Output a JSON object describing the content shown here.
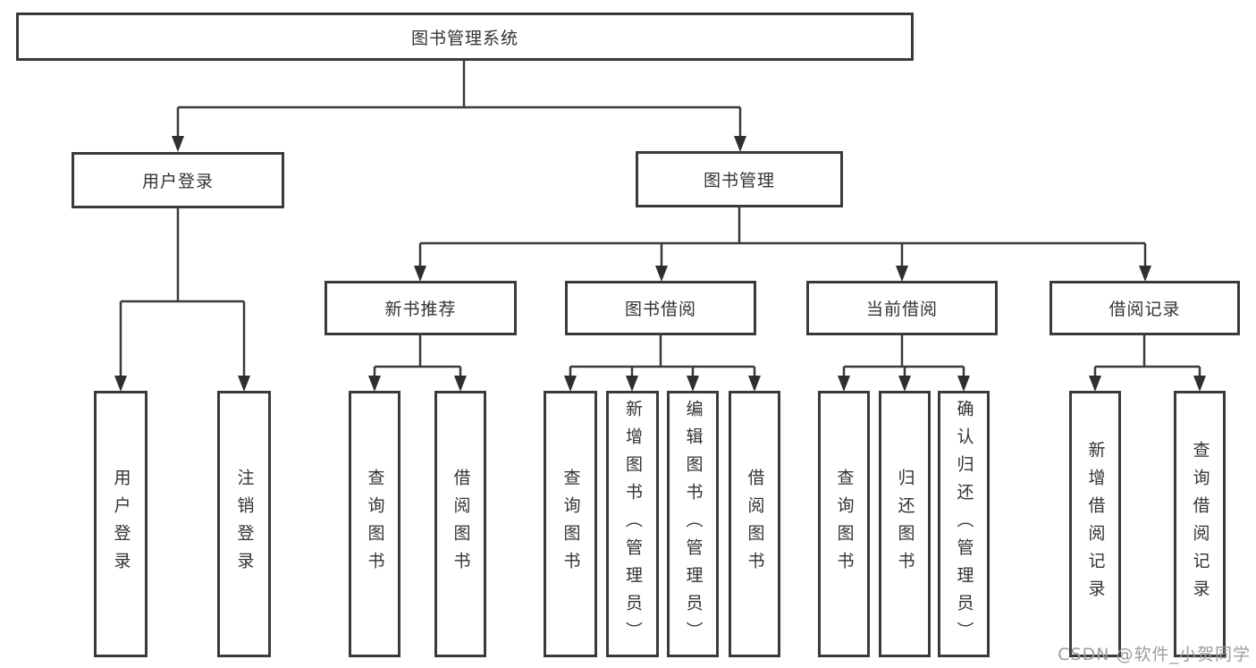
{
  "diagram": {
    "type": "functional-structure-tree",
    "colors": {
      "line": "#3a3a3a",
      "box_border": "#3a3a3a",
      "box_fill": "#ffffff",
      "text": "#333333",
      "watermark": "#9d9d9d",
      "background": "#ffffff"
    },
    "tree": {
      "label": "图书管理系统",
      "children": [
        {
          "label": "用户登录",
          "children": [
            {
              "label": "用户登录"
            },
            {
              "label": "注销登录"
            }
          ]
        },
        {
          "label": "图书管理",
          "children": [
            {
              "label": "新书推荐",
              "children": [
                {
                  "label": "查询图书"
                },
                {
                  "label": "借阅图书"
                }
              ]
            },
            {
              "label": "图书借阅",
              "children": [
                {
                  "label": "查询图书"
                },
                {
                  "label": "新增图书（管理员）"
                },
                {
                  "label": "编辑图书（管理员）"
                },
                {
                  "label": "借阅图书"
                }
              ]
            },
            {
              "label": "当前借阅",
              "children": [
                {
                  "label": "查询图书"
                },
                {
                  "label": "归还图书"
                },
                {
                  "label": "确认归还（管理员）"
                }
              ]
            },
            {
              "label": "借阅记录",
              "children": [
                {
                  "label": "新增借阅记录"
                },
                {
                  "label": "查询借阅记录"
                }
              ]
            }
          ]
        }
      ]
    },
    "watermark": {
      "text": "CSDN @软件_小贺同学"
    }
  }
}
